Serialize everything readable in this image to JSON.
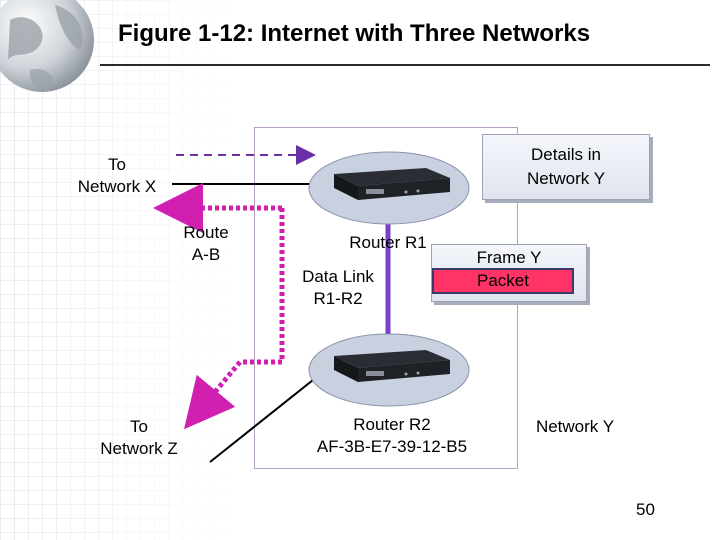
{
  "title": "Figure 1-12: Internet with Three Networks",
  "labels": {
    "to_network_x": [
      "To",
      "Network X"
    ],
    "route_ab": [
      "Route",
      "A-B"
    ],
    "to_network_z": [
      "To",
      "Network Z"
    ],
    "router_r1": "Router R1",
    "data_link": [
      "Data Link",
      "R1-R2"
    ],
    "router_r2": [
      "Router R2",
      "AF-3B-E7-39-12-B5"
    ],
    "network_y": "Network Y",
    "details": [
      "Details in",
      "Network Y"
    ],
    "frame_y": "Frame Y",
    "packet": "Packet"
  },
  "page_number": "50",
  "colors": {
    "route_dotted": "#d11fb0",
    "dashed_arrow": "#6a2ea8",
    "data_link_line": "#7b3fc8",
    "packet_fill": "#f36",
    "box_border": "#b8a0c0"
  }
}
